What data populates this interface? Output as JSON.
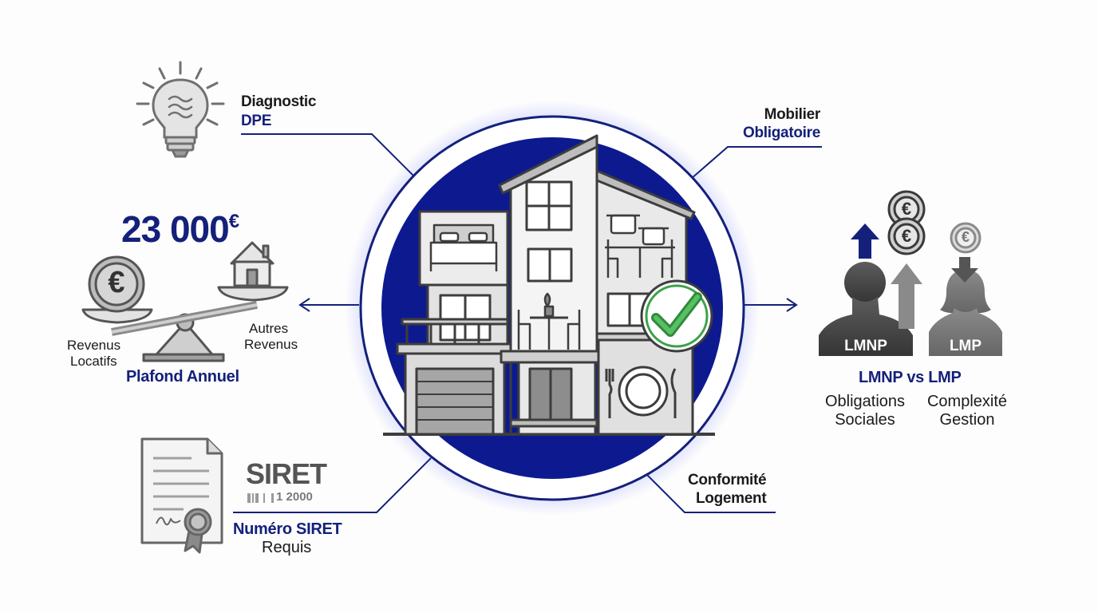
{
  "dpe": {
    "line1": "Diagnostic",
    "line2": "DPE",
    "icon": "lightbulb-icon"
  },
  "mobilier": {
    "line1": "Mobilier",
    "line2": "Obligatoire"
  },
  "plafond": {
    "amount": "23 000",
    "currency": "€",
    "left_label_1": "Revenus",
    "left_label_2": "Locatifs",
    "right_label_1": "Autres",
    "right_label_2": "Revenus",
    "caption": "Plafond Annuel",
    "coin_symbol": "€",
    "icon": "balance-scale-icon"
  },
  "status": {
    "left_badge": "LMNP",
    "right_badge": "LMP",
    "title": "LMNP vs LMP",
    "left_1": "Obligations",
    "left_2": "Sociales",
    "right_1": "Complexité",
    "right_2": "Gestion",
    "coin_symbol": "€"
  },
  "siret": {
    "big": "SIRET",
    "barcode_text": "1 2000",
    "caption_1": "Numéro SIRET",
    "caption_2": "Requis",
    "icon": "certificate-document-icon"
  },
  "conformite": {
    "line1": "Conformité",
    "line2": "Logement"
  },
  "center": {
    "icon": "furnished-house-icon",
    "check": "checkmark-icon"
  },
  "colors": {
    "navy": "#14207a",
    "circle": "#0d1a8f",
    "gray": "#777777",
    "green": "#3aa34a"
  }
}
